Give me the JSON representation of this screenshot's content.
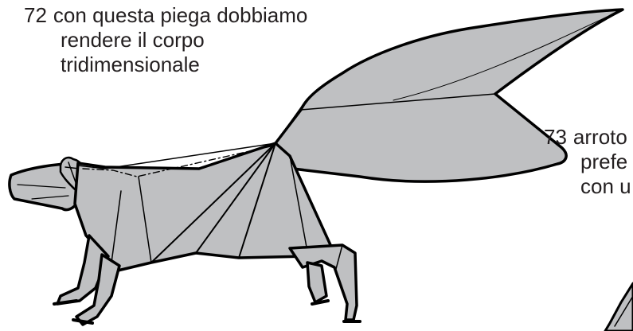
{
  "steps": [
    {
      "number": "72",
      "lines": [
        "con questa piega dobbiamo",
        "rendere il corpo",
        "tridimensionale"
      ]
    },
    {
      "number": "73",
      "lines": [
        "arroto",
        "prefe",
        "con u"
      ]
    }
  ],
  "colors": {
    "paper": "#bfc0c2",
    "outline": "#000000",
    "text": "#231f20",
    "background": "#ffffff"
  }
}
